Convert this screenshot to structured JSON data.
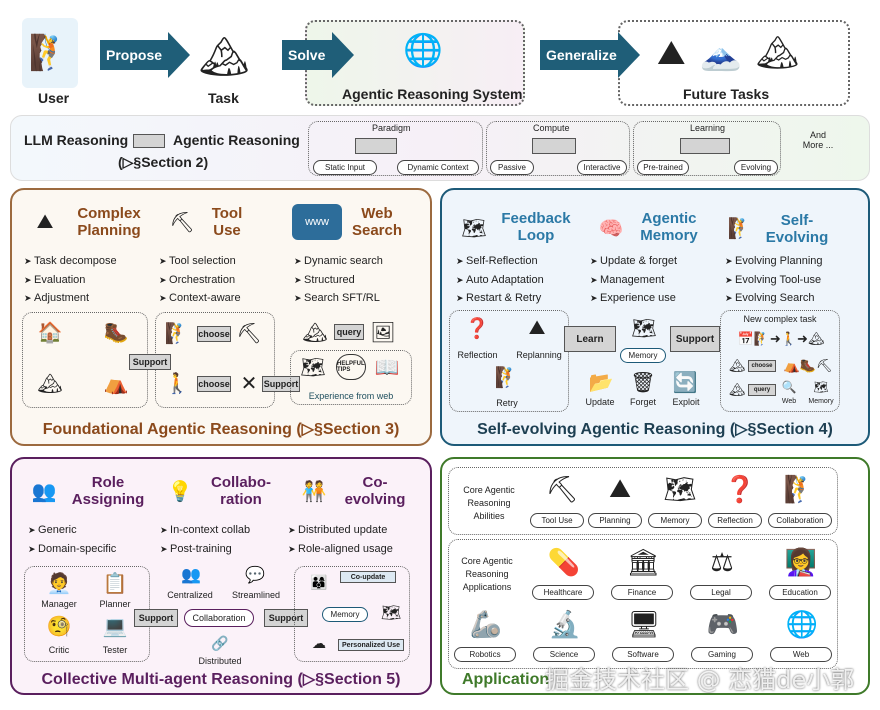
{
  "top": {
    "user": "User",
    "propose": "Propose",
    "task": "Task",
    "solve": "Solve",
    "system": "Agentic Reasoning System",
    "generalize": "Generalize",
    "future": "Future Tasks"
  },
  "band": {
    "from": "LLM Reasoning",
    "to": "Agentic Reasoning",
    "section": "(▷§Section 2)",
    "groups": [
      {
        "title": "Paradigm",
        "a": "Static Input",
        "b": "Dynamic Context"
      },
      {
        "title": "Compute",
        "a": "Passive",
        "b": "Interactive"
      },
      {
        "title": "Learning",
        "a": "Pre-trained",
        "b": "Evolving"
      }
    ],
    "more": "And More ..."
  },
  "foundational": {
    "title": "Foundational Agentic Reasoning (▷§Section 3)",
    "color": "#8b4a1c",
    "cols": [
      {
        "head": "Complex Planning",
        "items": [
          "Task decompose",
          "Evaluation",
          "Adjustment"
        ]
      },
      {
        "head": "Tool Use",
        "items": [
          "Tool selection",
          "Orchestration",
          "Context-aware"
        ]
      },
      {
        "head": "Web Search",
        "items": [
          "Dynamic search",
          "Structured",
          "Search SFT/RL"
        ]
      }
    ],
    "choose": "choose",
    "support": "Support",
    "query": "query",
    "helpful_tips": "HELPFUL TIPS",
    "experience": "Experience from web"
  },
  "self_evolving": {
    "title": "Self-evolving Agentic Reasoning (▷§Section 4)",
    "color": "#1d5a78",
    "cols": [
      {
        "head": "Feedback Loop",
        "items": [
          "Self-Reflection",
          "Auto Adaptation",
          "Restart & Retry"
        ]
      },
      {
        "head": "Agentic Memory",
        "items": [
          "Update & forget",
          "Management",
          "Experience use"
        ]
      },
      {
        "head": "Self-Evolving",
        "items": [
          "Evolving Planning",
          "Evolving Tool-use",
          "Evolving Search"
        ]
      }
    ],
    "loop": [
      "Reflection",
      "Replanning",
      "Retry"
    ],
    "learn": "Learn",
    "memory": "Memory",
    "ops": [
      "Update",
      "Forget",
      "Exploit"
    ],
    "support": "Support",
    "new_task": "New complex task",
    "choose": "choose",
    "query": "query",
    "web": "Web",
    "memory2": "Memory"
  },
  "multi_agent": {
    "title": "Collective Multi-agent Reasoning (▷§Section 5)",
    "color": "#5a1f5e",
    "cols": [
      {
        "head": "Role Assigning",
        "items": [
          "Generic",
          "Domain-specific"
        ]
      },
      {
        "head": "Collabo-ration",
        "items": [
          "In-context collab",
          "Post-training"
        ]
      },
      {
        "head": "Co-evolving",
        "items": [
          "Distributed update",
          "Role-aligned usage"
        ]
      }
    ],
    "roles": [
      "Manager",
      "Planner",
      "Critic",
      "Tester"
    ],
    "support": "Support",
    "collab": "Collaboration",
    "modes": [
      "Centralized",
      "Streamlined",
      "Distributed"
    ],
    "co_update": "Co-update",
    "memory": "Memory",
    "personalized": "Personalized Use"
  },
  "applications": {
    "title": "Application",
    "color": "#3f7a2a",
    "abilities_label": "Core Agentic Reasoning Abilities",
    "abilities": [
      "Tool Use",
      "Planning",
      "Memory",
      "Reflection",
      "Collaboration"
    ],
    "apps_label": "Core Agentic Reasoning Applications",
    "apps": [
      "Healthcare",
      "Finance",
      "Legal",
      "Education",
      "Robotics",
      "Science",
      "Software",
      "Gaming",
      "Web"
    ]
  },
  "watermark": "掘金技术社区 @ 恋猫de小郭"
}
